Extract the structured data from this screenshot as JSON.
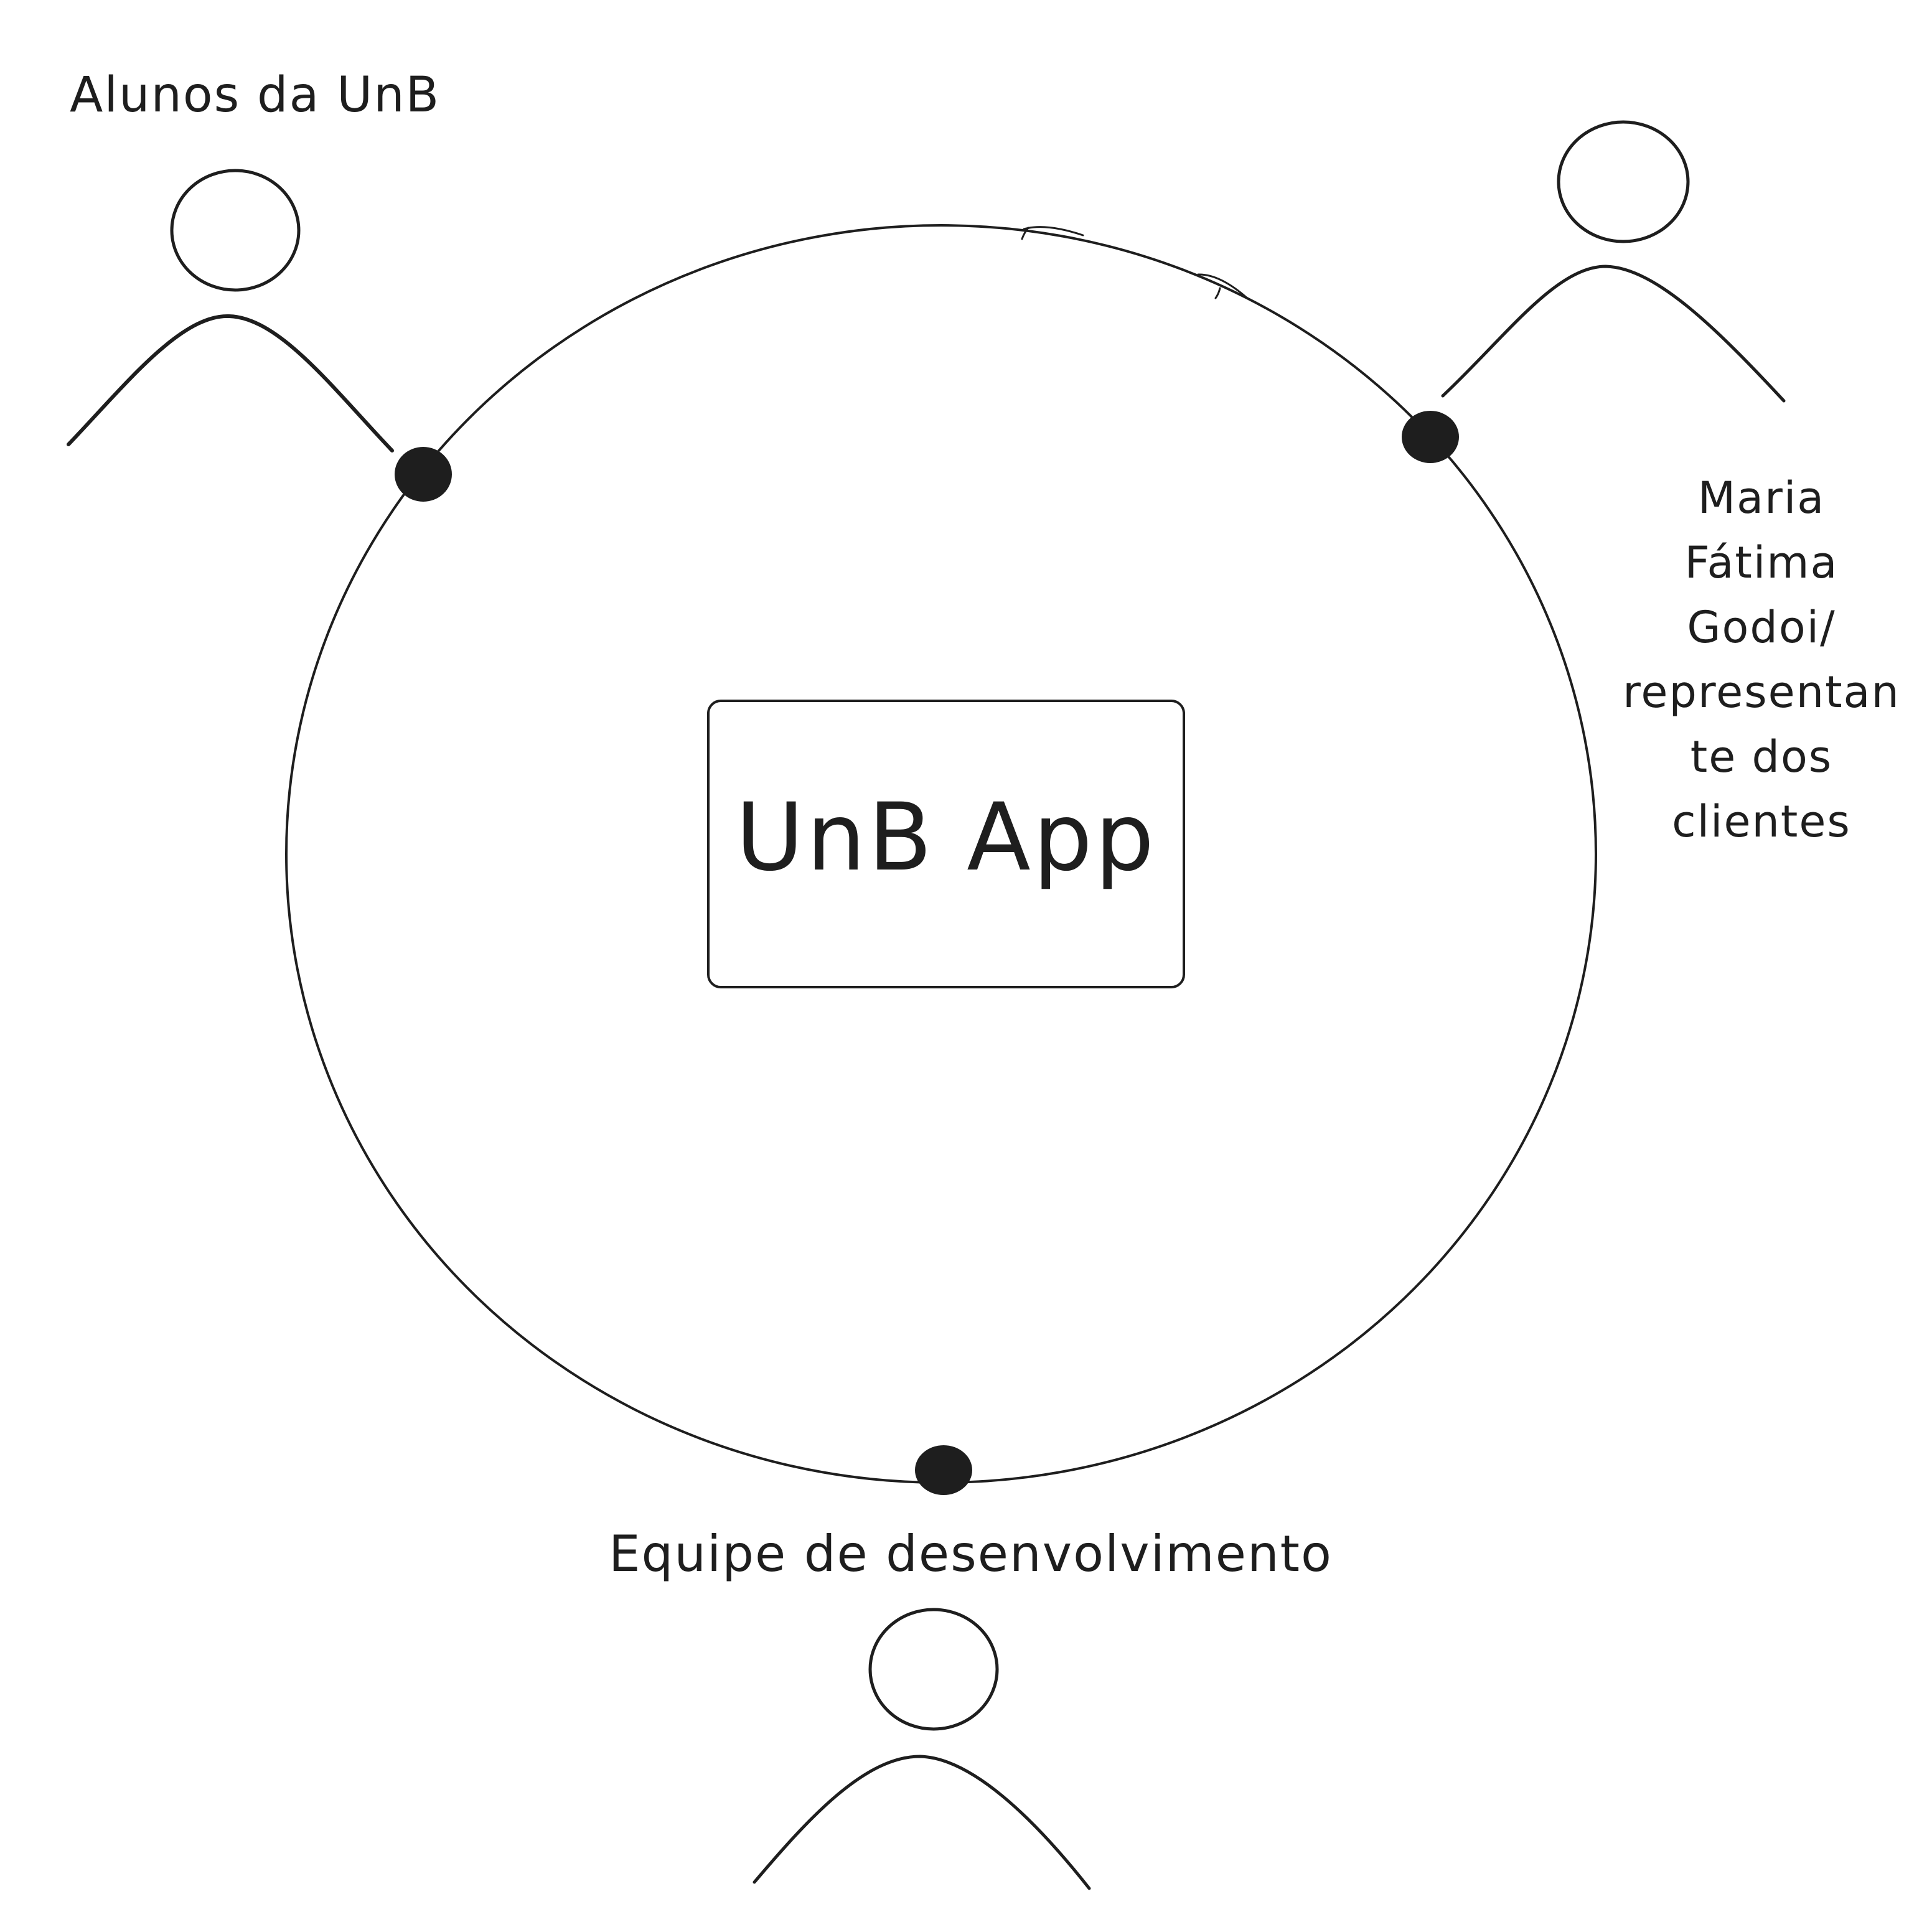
{
  "diagram": {
    "type": "stakeholder-diagram",
    "center_system": {
      "label": "UnB App"
    },
    "actors": [
      {
        "id": "alunos",
        "label": "Alunos da UnB",
        "position": "top-left"
      },
      {
        "id": "maria",
        "label": "Maria Fátima Godoi/ representante dos clientes",
        "label_lines": [
          "Maria",
          "Fátima",
          "Godoi/",
          "representan",
          "te dos",
          "clientes"
        ],
        "position": "right"
      },
      {
        "id": "equipe",
        "label": "Equipe de desenvolvimento",
        "position": "bottom"
      }
    ],
    "connection_points": 3,
    "colors": {
      "stroke": "#1e1e1e",
      "background": "#ffffff"
    }
  }
}
